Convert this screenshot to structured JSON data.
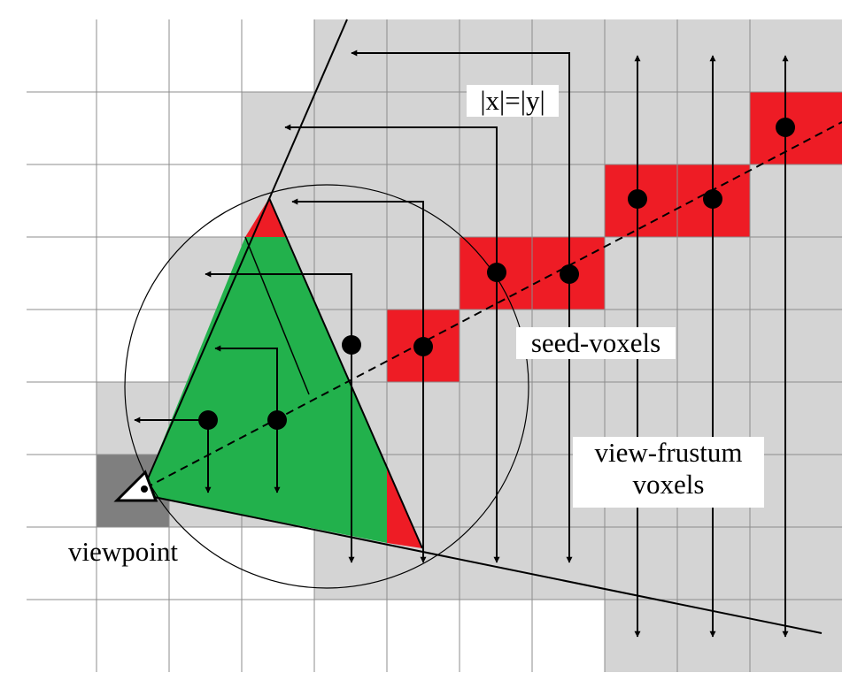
{
  "labels": {
    "abs_equation": "|x|=|y|",
    "seed_voxels": "seed-voxels",
    "view_frustum_line1": "view-frustum",
    "view_frustum_line2": "voxels",
    "viewpoint": "viewpoint"
  },
  "colors": {
    "grid_line": "#8c8c8c",
    "frustum_voxel": "#d4d4d4",
    "seed_voxel": "#ee1c25",
    "view_triangle": "#22b14c",
    "viewpoint_cell": "#7f7f7f",
    "ink": "#000000"
  }
}
